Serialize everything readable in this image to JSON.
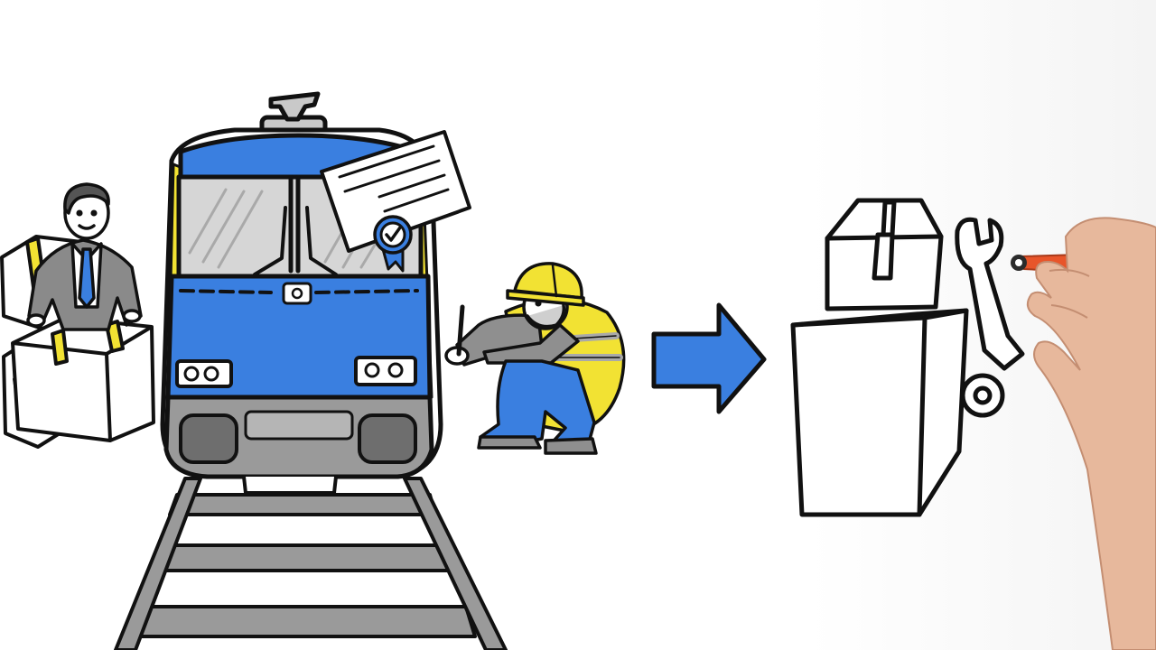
{
  "scene": {
    "type": "whiteboard-illustration",
    "colors": {
      "outline": "#111111",
      "blue": "#3a7fe0",
      "yellow": "#f2e233",
      "gray": "#8f8f8f",
      "light_gray": "#c9c9c9",
      "marker_orange": "#e8552a",
      "skin": "#e7b89c"
    },
    "left_group": {
      "objects": [
        "businessman",
        "stacked-boxes",
        "train-front",
        "railway-track",
        "certificate-with-checkmark-badge",
        "crouching-worker"
      ]
    },
    "arrow": {
      "direction": "right",
      "color": "#3a7fe0"
    },
    "right_group": {
      "objects": [
        "box-on-pedestal",
        "wrench",
        "drawing-hand-with-marker"
      ]
    }
  }
}
